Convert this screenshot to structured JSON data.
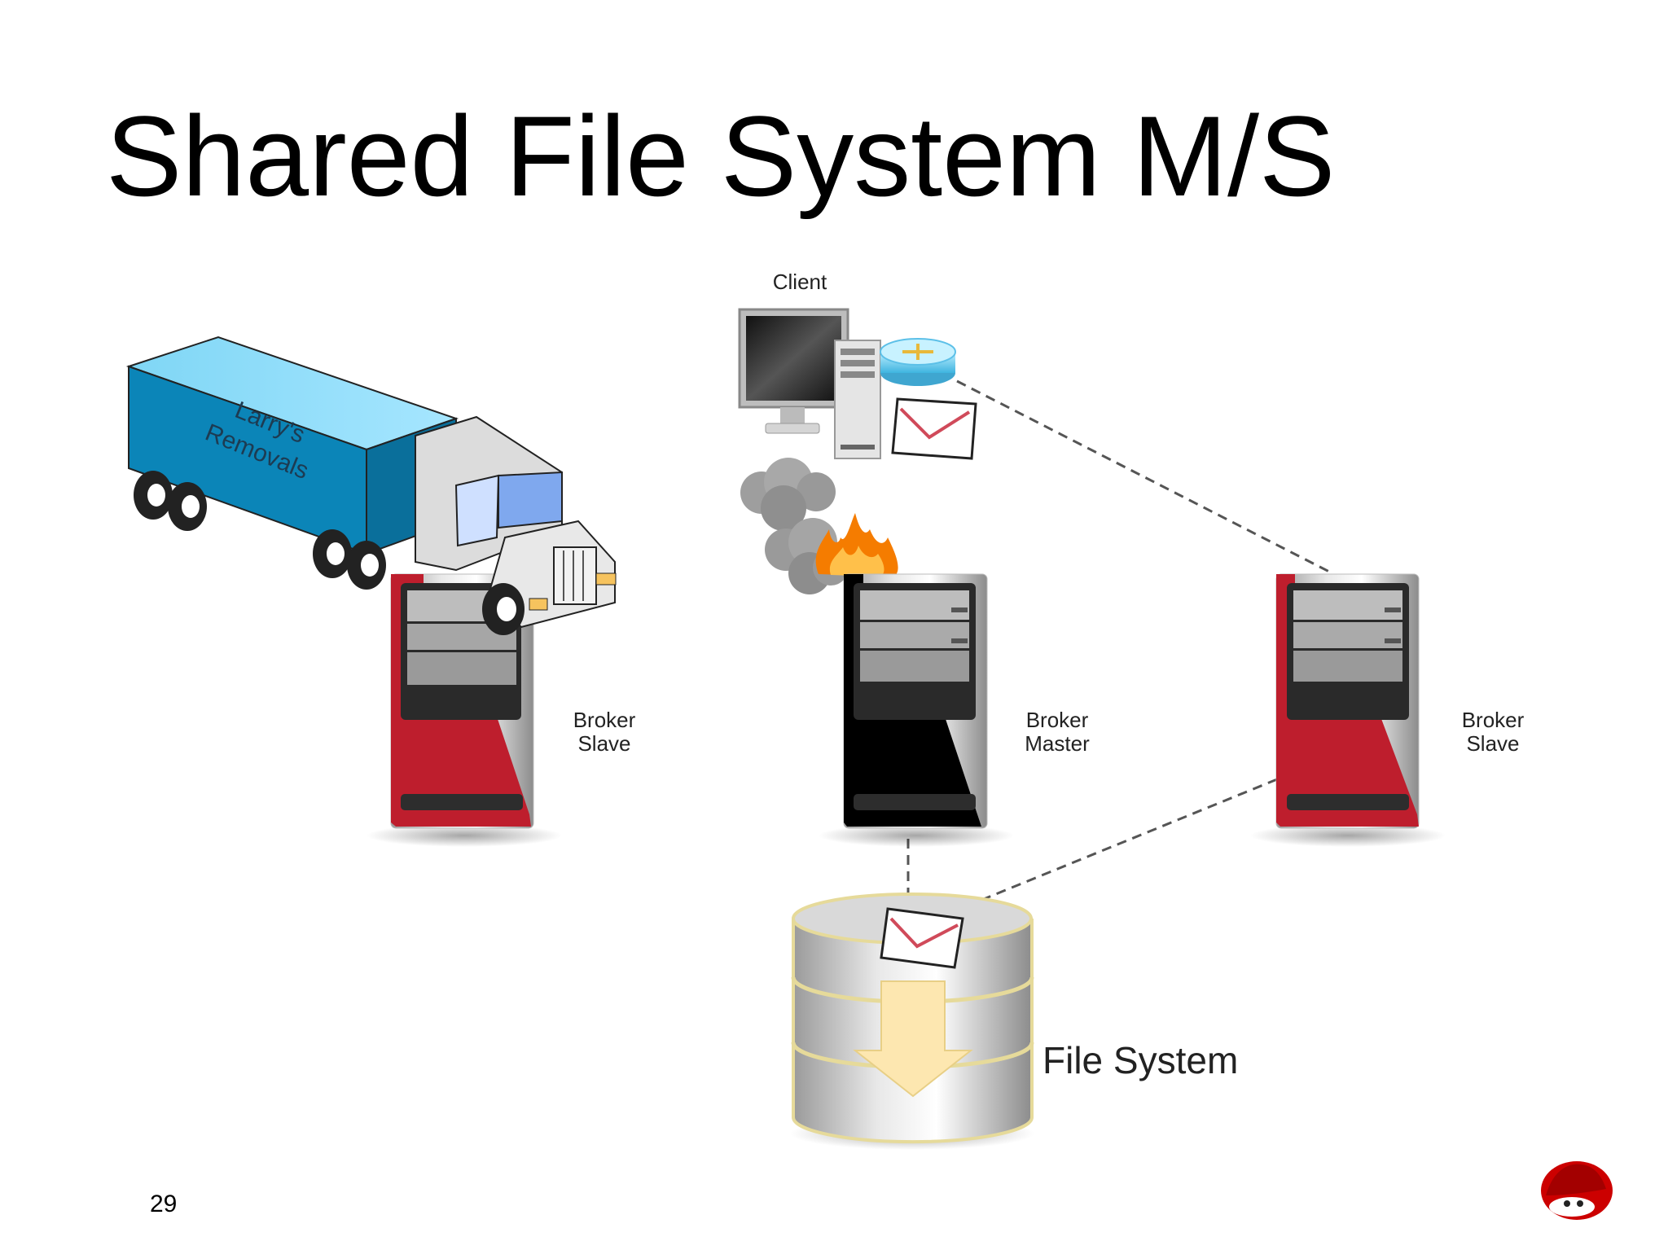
{
  "slide": {
    "title": "Shared File System M/S",
    "page_number": "29"
  },
  "nodes": {
    "client": {
      "label": "Client"
    },
    "slave_left": {
      "line1": "Broker",
      "line2": "Slave",
      "color": "#be1e2d"
    },
    "master": {
      "line1": "Broker",
      "line2": "Master",
      "color": "#000000"
    },
    "slave_right": {
      "line1": "Broker",
      "line2": "Slave",
      "color": "#be1e2d"
    },
    "file_system": {
      "label": "File System"
    }
  },
  "truck": {
    "line1": "Larry's",
    "line2": "Removals",
    "trailer_color": "#0b85b8"
  },
  "colors": {
    "brand_red": "#cc0000",
    "connector": "#555555",
    "flame": "#f57c00"
  }
}
